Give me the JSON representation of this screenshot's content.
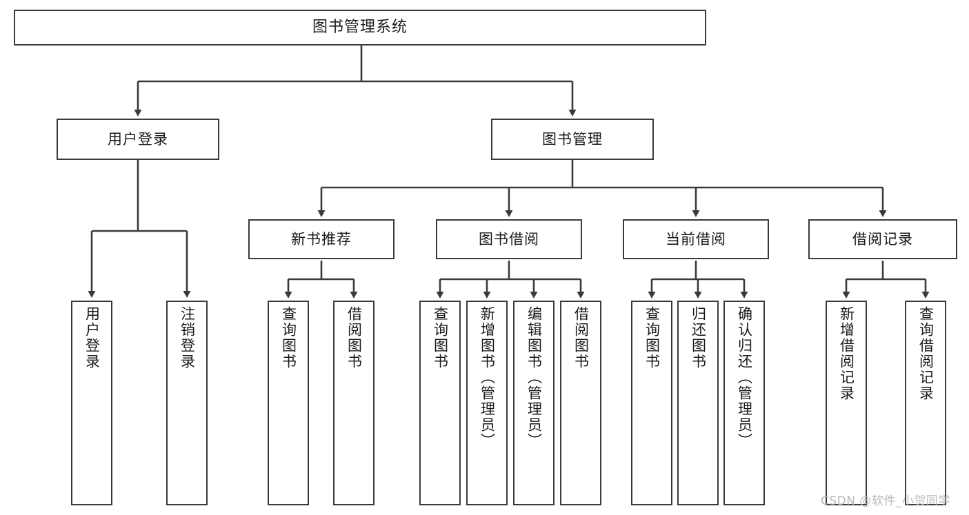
{
  "diagram": {
    "title": "图书管理系统",
    "watermark": "CSDN @软件_小贺同学",
    "colors": {
      "box_border": "#3a3a3a",
      "box_fill": "#ffffff",
      "connector": "#3a3a3a",
      "text": "#1a1a1a",
      "watermark": "#b9b9b9"
    },
    "levels": {
      "root": "图书管理系统",
      "level2": [
        "用户登录",
        "图书管理"
      ],
      "level3": [
        "新书推荐",
        "图书借阅",
        "当前借阅",
        "借阅记录"
      ]
    },
    "nodes": {
      "root": {
        "label": "图书管理系统"
      },
      "user_login": {
        "label": "用户登录"
      },
      "book_manage": {
        "label": "图书管理"
      },
      "new_book_rec": {
        "label": "新书推荐"
      },
      "book_borrow": {
        "label": "图书借阅"
      },
      "current_borrow": {
        "label": "当前借阅"
      },
      "borrow_record": {
        "label": "借阅记录"
      },
      "leaf_user_login": {
        "label": "用户登录"
      },
      "leaf_logout": {
        "label": "注销登录"
      },
      "leaf_query_book_a": {
        "label": "查询图书"
      },
      "leaf_borrow_book_a": {
        "label": "借阅图书"
      },
      "leaf_query_book_b": {
        "label": "查询图书"
      },
      "leaf_add_book": {
        "label": "新增图书（管理员）"
      },
      "leaf_edit_book": {
        "label": "编辑图书（管理员）"
      },
      "leaf_borrow_book_b": {
        "label": "借阅图书"
      },
      "leaf_query_book_c": {
        "label": "查询图书"
      },
      "leaf_return_book": {
        "label": "归还图书"
      },
      "leaf_confirm_return": {
        "label": "确认归还（管理员）"
      },
      "leaf_add_record": {
        "label": "新增借阅记录"
      },
      "leaf_query_record": {
        "label": "查询借阅记录"
      }
    },
    "tree": [
      {
        "label": "图书管理系统",
        "children": [
          {
            "label": "用户登录",
            "children": [
              {
                "label": "用户登录"
              },
              {
                "label": "注销登录"
              }
            ]
          },
          {
            "label": "图书管理",
            "children": [
              {
                "label": "新书推荐",
                "children": [
                  {
                    "label": "查询图书"
                  },
                  {
                    "label": "借阅图书"
                  }
                ]
              },
              {
                "label": "图书借阅",
                "children": [
                  {
                    "label": "查询图书"
                  },
                  {
                    "label": "新增图书（管理员）"
                  },
                  {
                    "label": "编辑图书（管理员）"
                  },
                  {
                    "label": "借阅图书"
                  }
                ]
              },
              {
                "label": "当前借阅",
                "children": [
                  {
                    "label": "查询图书"
                  },
                  {
                    "label": "归还图书"
                  },
                  {
                    "label": "确认归还（管理员）"
                  }
                ]
              },
              {
                "label": "借阅记录",
                "children": [
                  {
                    "label": "新增借阅记录"
                  },
                  {
                    "label": "查询借阅记录"
                  }
                ]
              }
            ]
          }
        ]
      }
    ]
  }
}
